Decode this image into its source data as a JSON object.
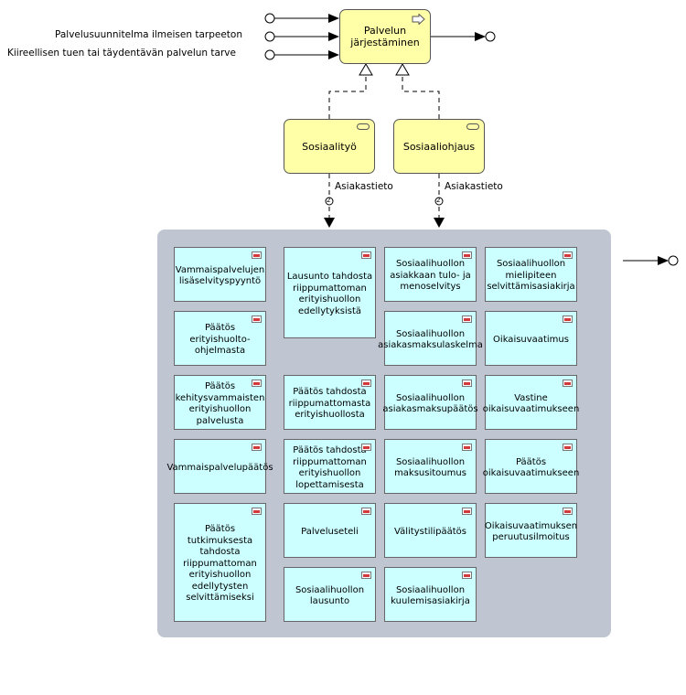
{
  "process": {
    "label": "Palvelun järjestäminen"
  },
  "inputs": [
    {
      "label": ""
    },
    {
      "label": "Palvelusuunnitelma ilmeisen tarpeeton"
    },
    {
      "label": "Kiireellisen tuen tai täydentävän palvelun tarve"
    }
  ],
  "functions": [
    {
      "label": "Sosiaalityö",
      "flow_label": "Asiakastieto",
      "flow_badge": "2"
    },
    {
      "label": "Sosiaaliohjaus",
      "flow_label": "Asiakastieto",
      "flow_badge": "2"
    }
  ],
  "documents": [
    "Vammaispalvelujen lisäselvityspyyntö",
    "Päätös erityishuolto-ohjelmasta",
    "Päätös kehitysvammaisten erityishuollon palvelusta",
    "Vammaispalvelupäätös",
    "Päätös tutkimuksesta tahdosta riippumattoman erityishuollon edellytysten selvittämiseksi",
    "Lausunto tahdosta riippumattoman erityishuollon edellytyksistä",
    "Päätös tahdosta riippumattomasta erityishuollosta",
    "Päätös tahdosta riippumattoman erityishuollon lopettamisesta",
    "Palveluseteli",
    "Sosiaalihuollon lausunto",
    "Sosiaalihuollon asiakkaan tulo- ja menoselvitys",
    "Sosiaalihuollon asiakasmaksulaskelma",
    "Sosiaalihuollon asiakasmaksupäätös",
    "Sosiaalihuollon maksusitoumus",
    "Välitystilipäätös",
    "Sosiaalihuollon kuulemisasiakirja",
    "Sosiaalihuollon mielipiteen selvittämisasiakirja",
    "Oikaisuvaatimus",
    "Vastine oikaisuvaatimukseen",
    "Päätös oikaisuvaatimukseen",
    "Oikaisuvaatimuksen peruutusilmoitus"
  ],
  "colors": {
    "process_fill": "#ffffa8",
    "document_fill": "#ccffff",
    "group_fill": "#bfc6d2",
    "document_icon": "#d23a3a"
  }
}
